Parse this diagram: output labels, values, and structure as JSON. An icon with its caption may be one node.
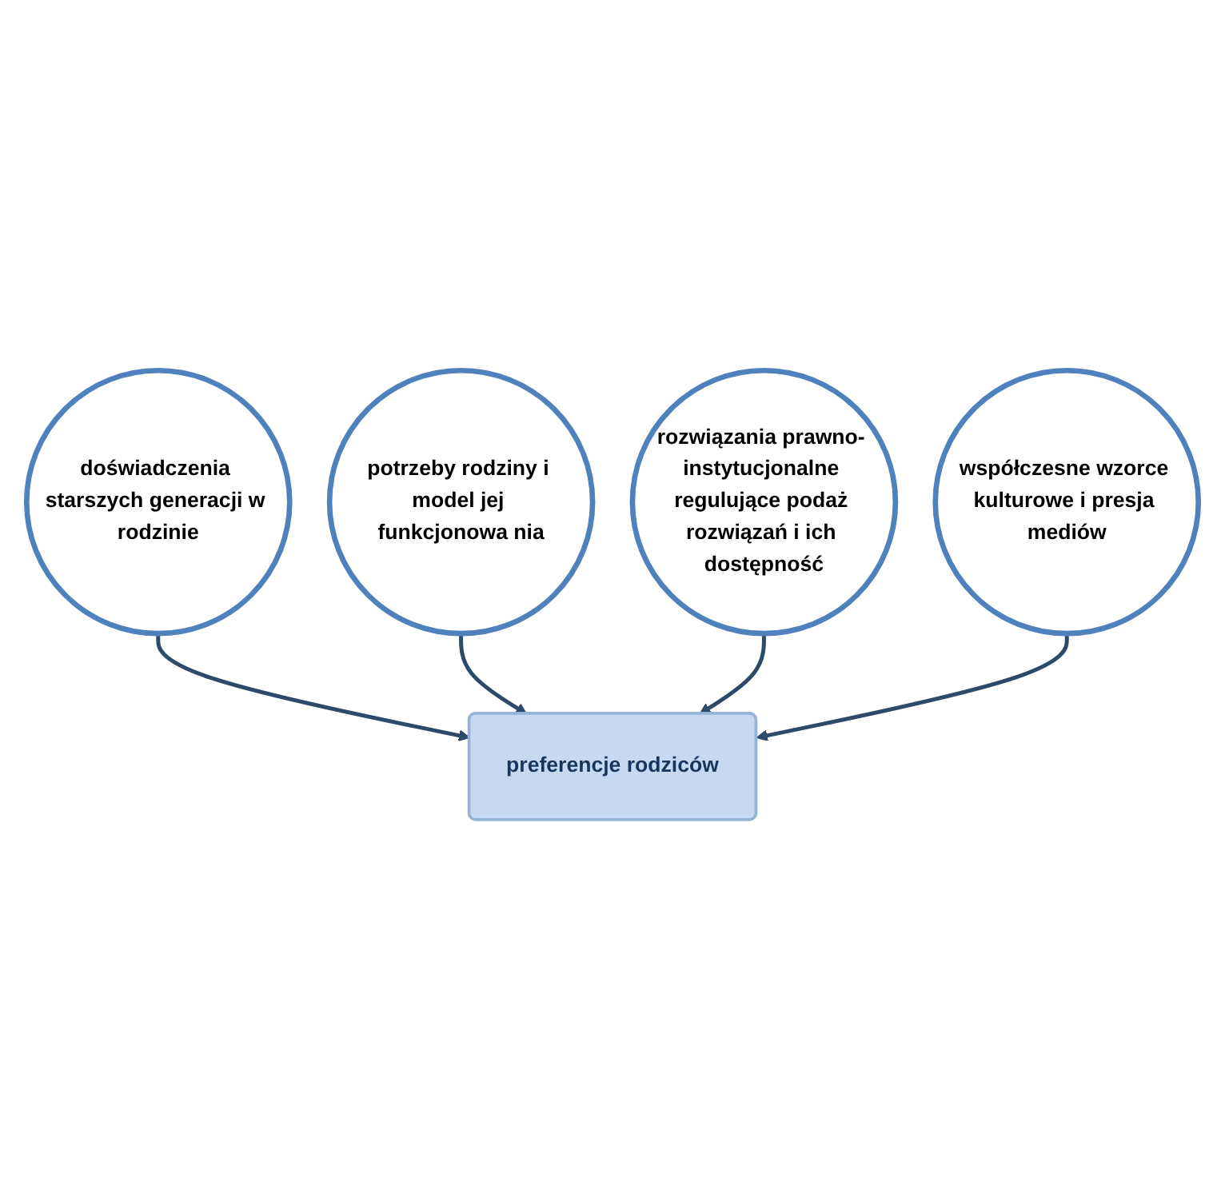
{
  "diagram": {
    "nodes": [
      {
        "text": [
          "doświadczenia starszych generacji w rodzinie"
        ]
      },
      {
        "text": [
          "potrzeby rodziny i model jej funkcjonowa nia"
        ]
      },
      {
        "text": [
          "preferencje rodziców"
        ]
      },
      {
        "text": [
          "rozwiązania prawno- instytucjonalne regulujące podaż rozwiązań i ich dostępność"
        ]
      },
      {
        "text": [
          "współczesne wzorce kulturowe i presja mediów"
        ]
      }
    ],
    "edges": [
      {
        "from": 0,
        "to": 2,
        "arrow": "to"
      },
      {
        "from": 1,
        "to": 2,
        "arrow": "to"
      },
      {
        "from": 3,
        "to": 2,
        "arrow": "to"
      },
      {
        "from": 4,
        "to": 2,
        "arrow": "to"
      }
    ]
  }
}
